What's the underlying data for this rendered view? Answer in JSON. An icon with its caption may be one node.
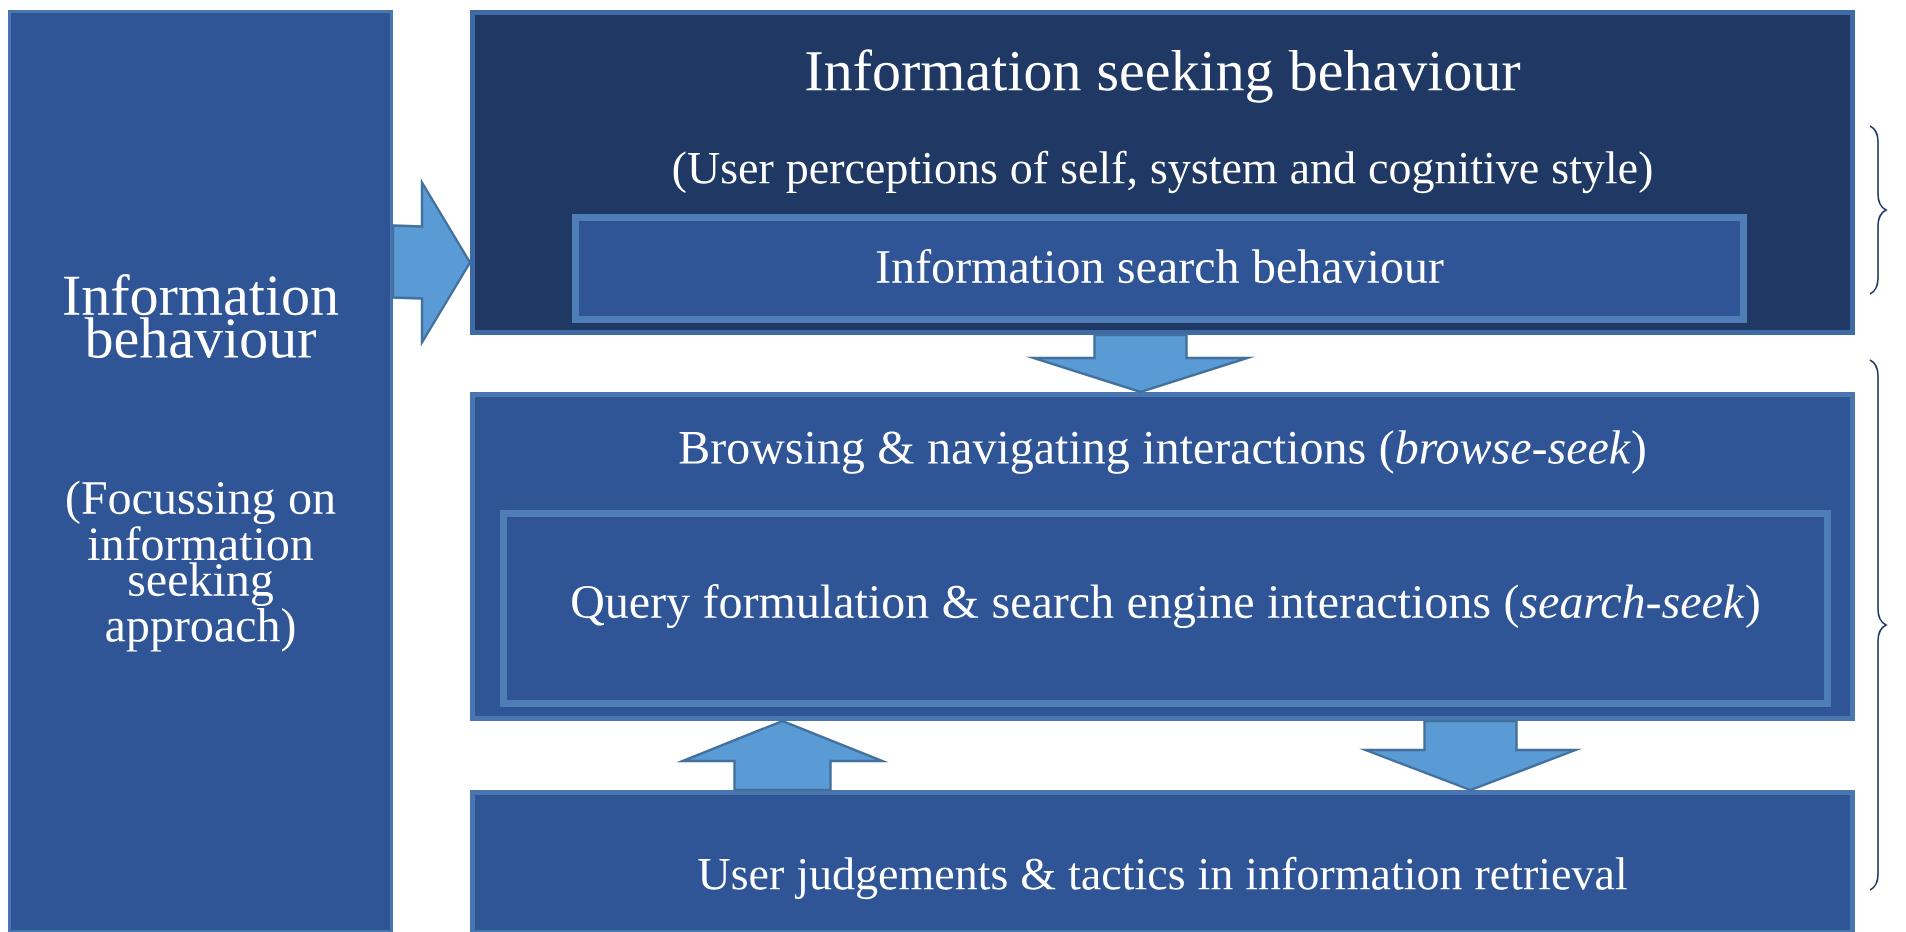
{
  "diagram": {
    "nodes": [
      {
        "text": [
          "Information behaviour",
          "(Focussing on information seeking approach)"
        ]
      },
      {
        "text": [
          "Information seeking behaviour",
          "(User perceptions of self, system and cognitive style)"
        ]
      },
      {
        "text": [
          "Information search behaviour"
        ],
        "in": 1
      },
      {
        "text": [
          "Browsing & navigating interactions (*browse-seek*)"
        ]
      },
      {
        "text": [
          "Query formulation & search engine interactions (*search-seek*)"
        ],
        "in": 3
      },
      {
        "text": [
          "User judgements & tactics in information retrieval"
        ]
      }
    ],
    "edges": [
      {
        "from": 0,
        "to": 1,
        "arrow": "to"
      },
      {
        "from": 1,
        "to": 3,
        "arrow": "to"
      },
      {
        "from": 5,
        "to": 3,
        "arrow": "to"
      },
      {
        "from": 3,
        "to": 5,
        "arrow": "to"
      }
    ]
  }
}
